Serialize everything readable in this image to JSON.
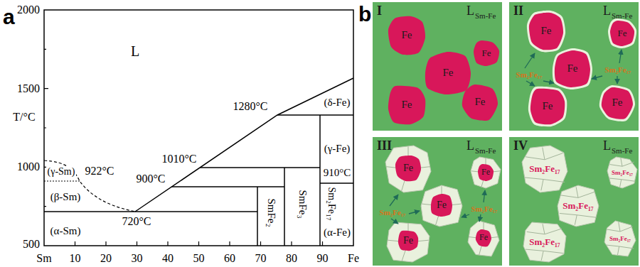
{
  "diagram": {
    "nodes": [
      {
        "text": [
          "I",
          "L",
          "Sm-Fe"
        ]
      },
      {
        "text": [
          "Fe"
        ],
        "in": 0
      },
      {
        "text": [
          "Fe"
        ],
        "in": 0
      },
      {
        "text": [
          "Fe"
        ],
        "in": 0
      },
      {
        "text": [
          "Fe"
        ],
        "in": 0
      },
      {
        "text": [
          "Fe"
        ],
        "in": 0
      },
      {
        "text": [
          "II",
          "L",
          "Sm-Fe"
        ]
      },
      {
        "text": [
          "Fe"
        ],
        "in": 6
      },
      {
        "text": [
          "Fe"
        ],
        "in": 6
      },
      {
        "text": [
          "Fe"
        ],
        "in": 6
      },
      {
        "text": [
          "Fe"
        ],
        "in": 6
      },
      {
        "text": [
          "Fe"
        ],
        "in": 6
      },
      {
        "text": [
          "III",
          "L",
          "Sm-Fe"
        ]
      },
      {
        "text": [
          "Fe"
        ],
        "in": 12
      },
      {
        "text": [
          "Fe"
        ],
        "in": 12
      },
      {
        "text": [
          "Fe"
        ],
        "in": 12
      },
      {
        "text": [
          "Fe"
        ],
        "in": 12
      },
      {
        "text": [
          "Fe"
        ],
        "in": 12
      },
      {
        "text": [
          "IV",
          "L",
          "Sm-Fe"
        ]
      },
      {
        "text": [
          "Sm₂Fe₁₇"
        ],
        "in": 18
      },
      {
        "text": [
          "Sm₂Fe₁₇"
        ],
        "in": 18
      },
      {
        "text": [
          "Sm₂Fe₁₇"
        ],
        "in": 18
      },
      {
        "text": [
          "Sm₂Fe₁₇"
        ],
        "in": 18
      },
      {
        "text": [
          "Sm₂Fe₁₇"
        ],
        "in": 18
      }
    ],
    "labels": [
      "a",
      "2000",
      "1500",
      "1000",
      "500",
      "T/°C",
      "Sm",
      "10",
      "20",
      "30",
      "40",
      "50",
      "60",
      "70",
      "80",
      "90",
      "Fe",
      "L",
      "1280°C",
      "1010°C",
      "900°C",
      "922°C",
      "720°C",
      "910°C",
      "(δ-Fe)",
      "(γ-Fe)",
      "(α-Fe)",
      "(γ-Sm)",
      "(β-Sm)",
      "(α-Sm)",
      "SmFe₂",
      "SmFe₃",
      "Sm₂Fe₁₇",
      "b",
      "Sm₂Fe₁₇",
      "Sm₂Fe₁₇",
      "Sm₂Fe₁₇",
      "Sm₂Fe₁₇"
    ]
  }
}
